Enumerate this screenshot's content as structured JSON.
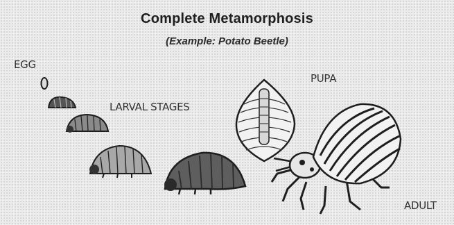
{
  "title": "Complete Metamorphosis",
  "subtitle": "(Example: Potato Beetle)",
  "labels": {
    "egg": "EGG",
    "larval": "LARVAL STAGES",
    "pupa": "PUPA",
    "adult": "ADULT"
  },
  "colors": {
    "ink": "#1e1e1e",
    "shade": "#666666",
    "background": "#ebebeb"
  }
}
